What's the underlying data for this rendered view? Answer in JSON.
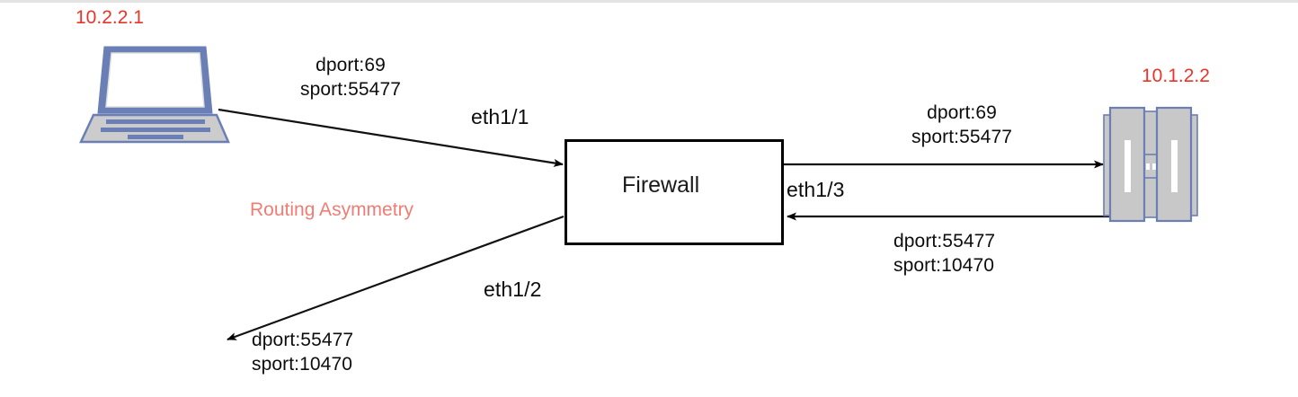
{
  "diagram": {
    "title": "Routing Asymmetry",
    "annotation": {
      "text": "Routing Asymmetry",
      "color": "#ef7d74"
    },
    "colors": {
      "ip_label": "#e8342a",
      "annotation": "#ef7d74",
      "node_border": "#6a7fb5",
      "node_fill": "#c8c8c8",
      "line": "#000000",
      "background": "#ffffff"
    },
    "nodes": [
      {
        "id": "client",
        "icon": "laptop-icon",
        "ip": "10.2.2.1"
      },
      {
        "id": "firewall",
        "icon": "firewall-box",
        "label": "Firewall"
      },
      {
        "id": "server",
        "icon": "server-icon",
        "ip": "10.1.2.2"
      }
    ],
    "interfaces": [
      {
        "id": "eth1-1",
        "label": "eth1/1"
      },
      {
        "id": "eth1-2",
        "label": "eth1/2"
      },
      {
        "id": "eth1-3",
        "label": "eth1/3"
      }
    ],
    "flows": [
      {
        "id": "client-to-firewall",
        "dport": "dport:69",
        "sport": "sport:55477"
      },
      {
        "id": "firewall-to-server",
        "dport": "dport:69",
        "sport": "sport:55477"
      },
      {
        "id": "server-to-firewall",
        "dport": "dport:55477",
        "sport": "sport:10470"
      },
      {
        "id": "firewall-to-client",
        "dport": "dport:55477",
        "sport": "sport:10470"
      }
    ]
  }
}
